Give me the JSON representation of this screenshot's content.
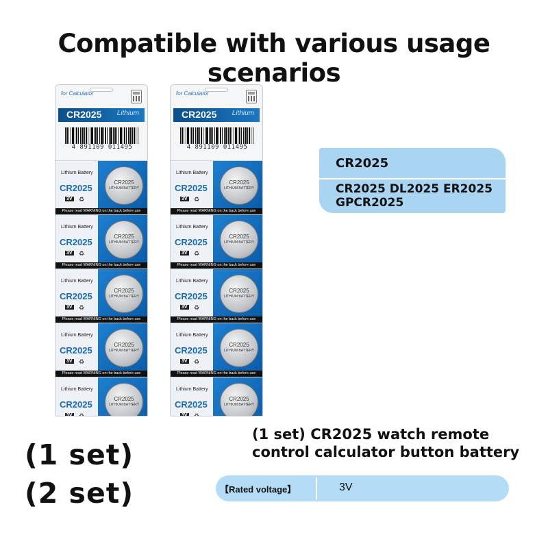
{
  "headline": "Compatible with various usage scenarios",
  "package": {
    "calc_label": "for Calculator",
    "brand_model": "CR2025",
    "brand_lithium": "Lithium",
    "barcode": "4 891109 011495",
    "slot_label": "Lithium Battery",
    "slot_model": "CR2025",
    "slot_voltage": "3V",
    "coin_model": "CR2025",
    "coin_sub": "LITHIUM BATTERY",
    "warning": "Please read WARNING on the back before use"
  },
  "info": {
    "title": "CR2025",
    "compatible": "CR2025 DL2025 ER2025 GPCR2025"
  },
  "sets": [
    "(1 set)",
    "(2 set)"
  ],
  "product_title": {
    "line1": "(1 set) CR2025 watch remote",
    "line2": "control calculator button battery"
  },
  "spec": {
    "label": "【Rated voltage】",
    "value": "3V"
  }
}
